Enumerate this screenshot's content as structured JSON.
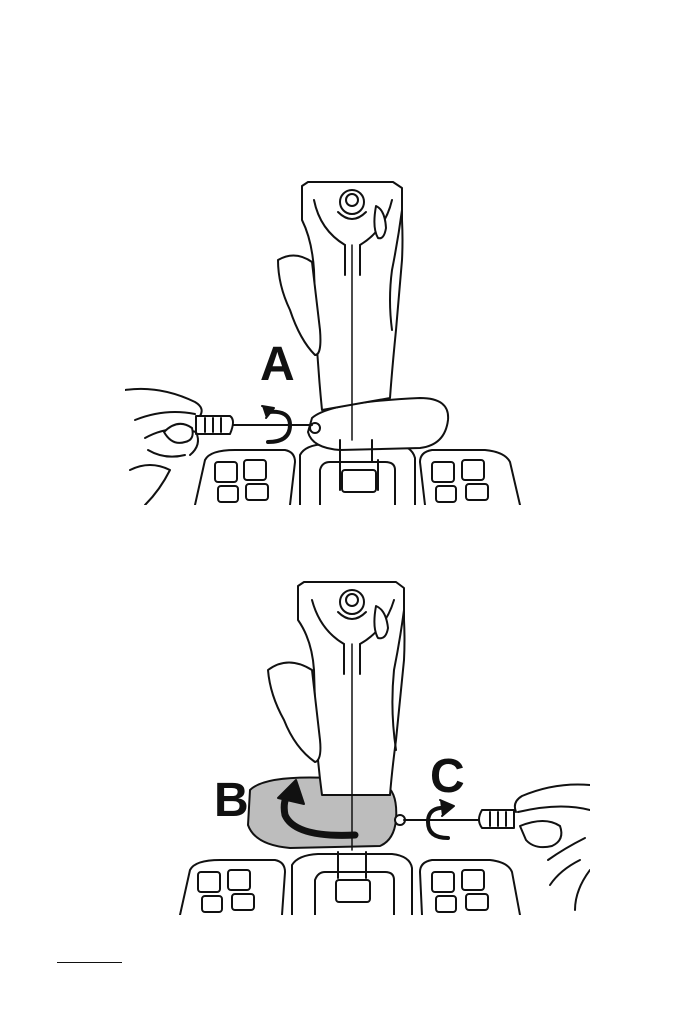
{
  "figures": [
    {
      "id": "figure-1",
      "callouts": {
        "a": "A"
      }
    },
    {
      "id": "figure-2",
      "callouts": {
        "b": "B",
        "c": "C"
      }
    }
  ],
  "colors": {
    "line": "#111111",
    "base_plate_fill": "#bdbdbd",
    "background": "#ffffff"
  },
  "icons": [
    "screwdriver-icon",
    "rotate-counterclockwise-arrow-icon",
    "hand-icon",
    "joystick-icon",
    "curved-arrow-icon"
  ]
}
